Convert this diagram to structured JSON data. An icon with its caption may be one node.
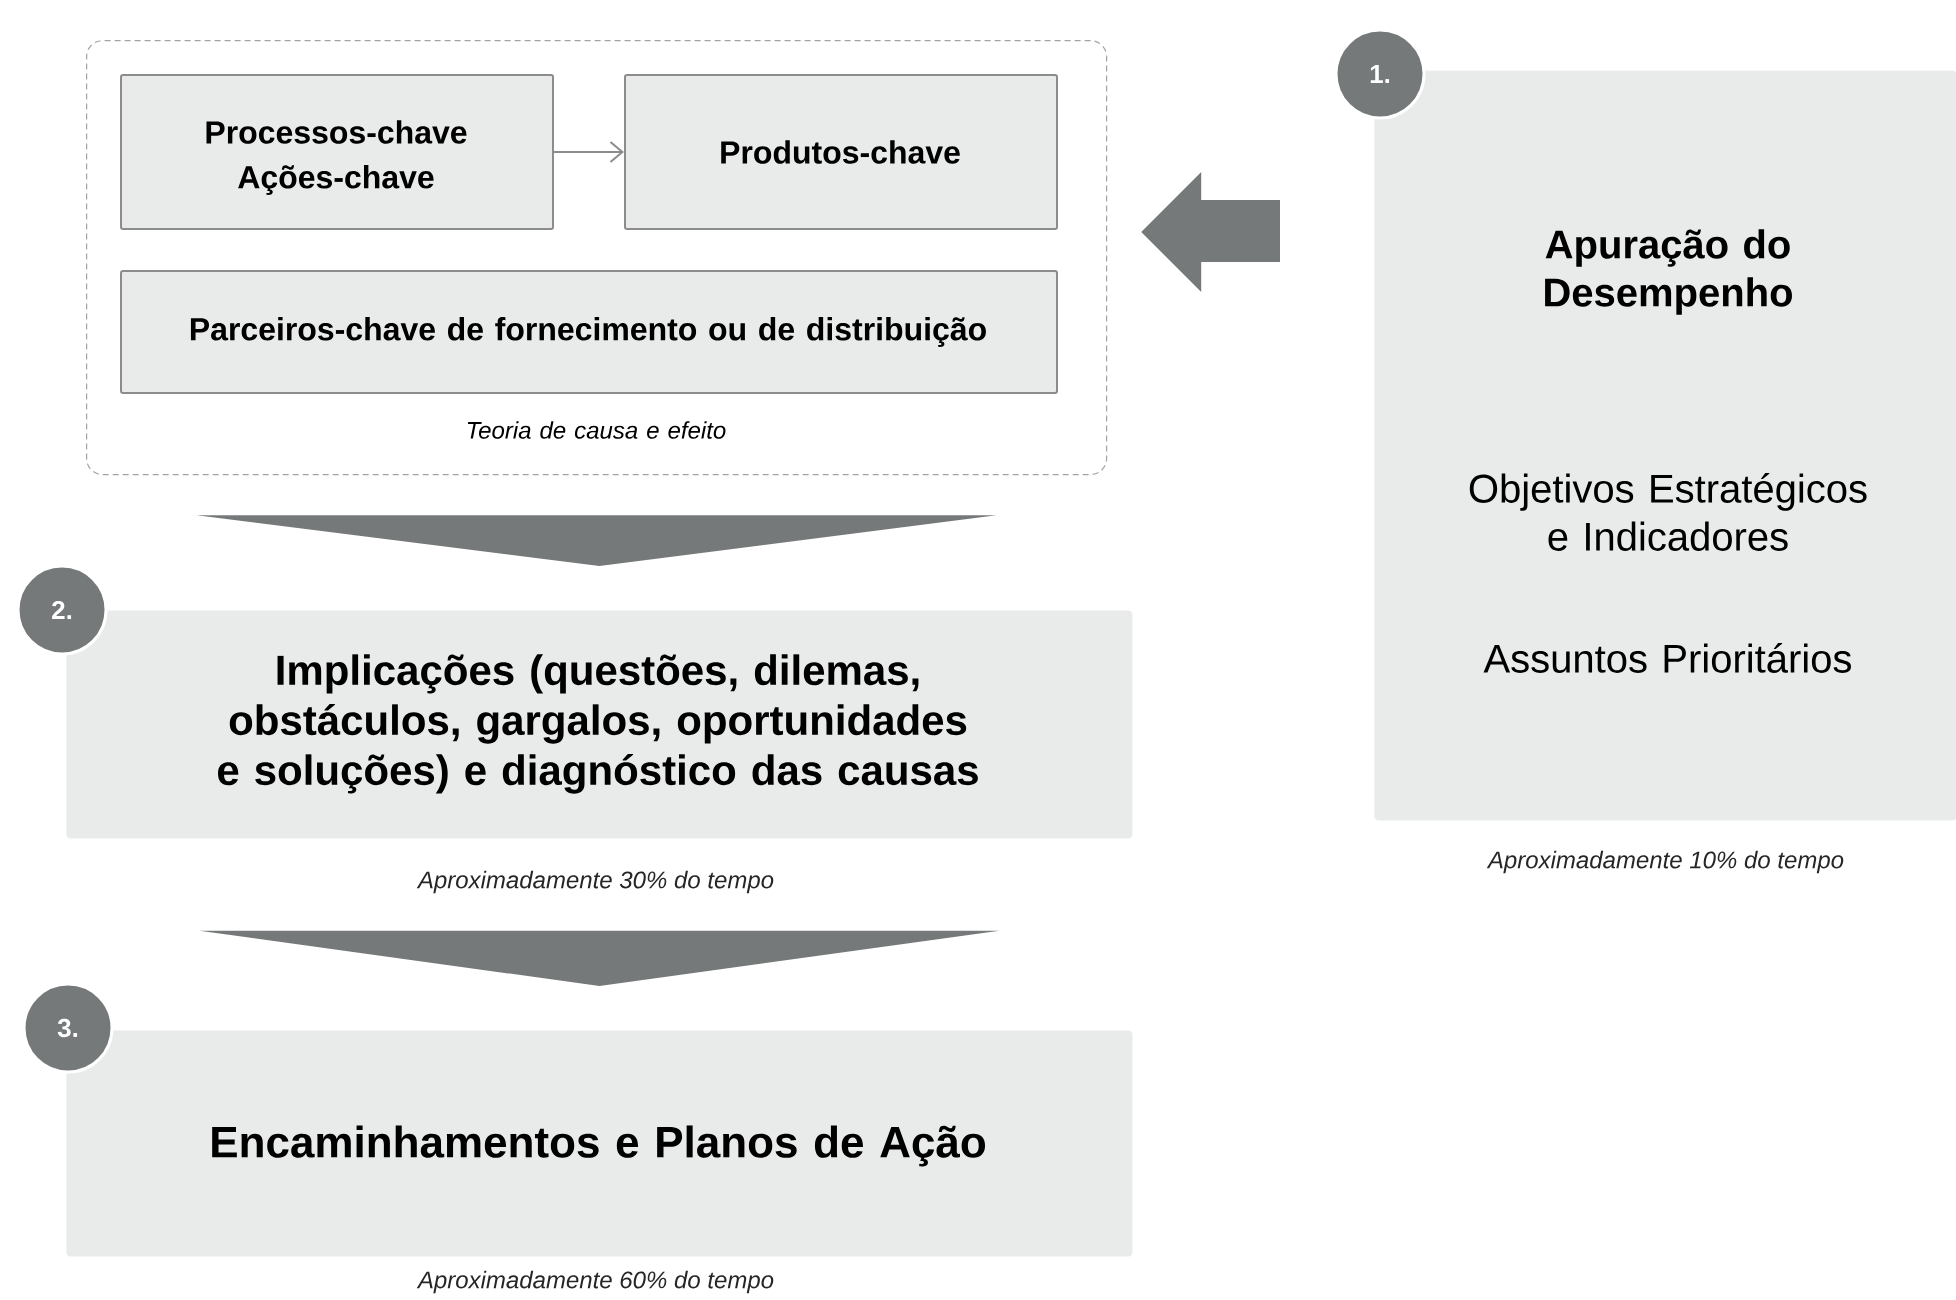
{
  "diagram": {
    "nodes": [
      {
        "text": [
          "Teoria de causa e efeito"
        ]
      },
      {
        "text": [
          "Processos-chave",
          "Ações-chave"
        ],
        "in": 0
      },
      {
        "text": [
          "Produtos-chave"
        ],
        "in": 0
      },
      {
        "text": [
          "Parceiros-chave de fornecimento ou de distribuição"
        ],
        "in": 0
      },
      {
        "text": [
          "1."
        ]
      },
      {
        "text": [
          "Apuração do Desempenho",
          "Objetivos Estratégicos e Indicadores",
          "Assuntos Prioritários"
        ],
        "beside": [
          "Aproximadamente 10% do tempo"
        ]
      },
      {
        "text": [
          "2."
        ]
      },
      {
        "text": [
          "Implicações (questões, dilemas, obstáculos, gargalos, oportunidades e soluções) e diagnóstico das causas"
        ],
        "beside": [
          "Aproximadamente 30% do tempo"
        ]
      },
      {
        "text": [
          "3."
        ]
      },
      {
        "text": [
          "Encaminhamentos e Planos de Ação"
        ],
        "beside": [
          "Aproximadamente 60% do tempo"
        ]
      }
    ],
    "edges": [
      {
        "from": 1,
        "to": 2,
        "arrow": "to"
      },
      {
        "from": 5,
        "to": 0,
        "arrow": "to",
        "style": "thick"
      },
      {
        "from": 0,
        "to": 7,
        "arrow": "to",
        "style": "thick"
      },
      {
        "from": 7,
        "to": 9,
        "arrow": "to",
        "style": "thick"
      }
    ]
  }
}
